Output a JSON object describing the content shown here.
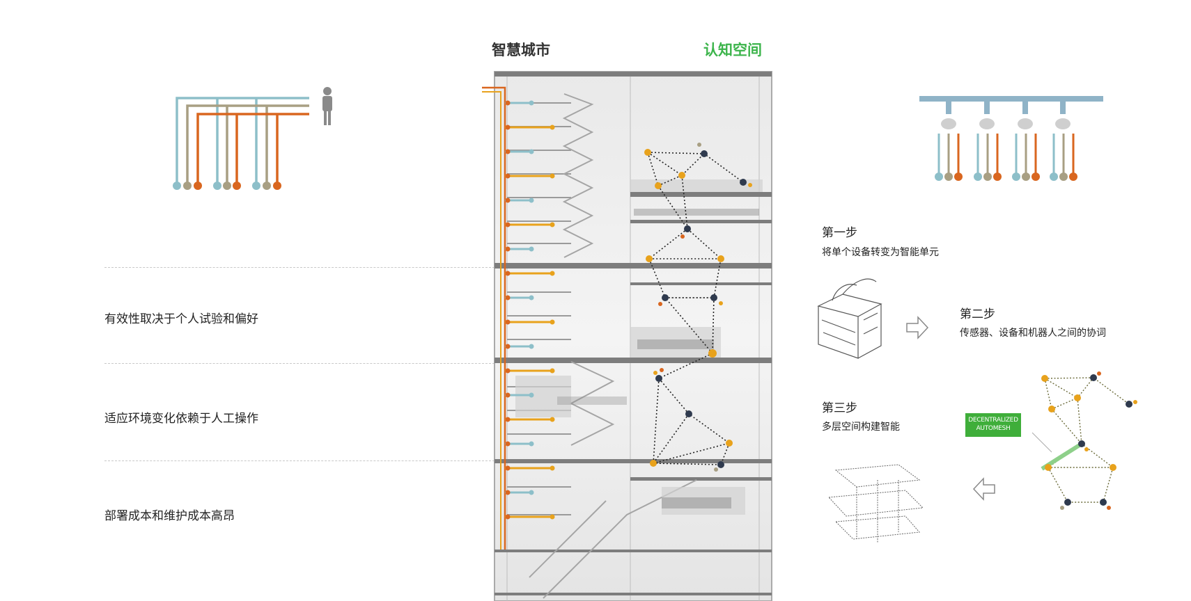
{
  "headers": {
    "smart_city": "智慧城市",
    "cognitive_space": "认知空间"
  },
  "issues": [
    "有效性取决于个人试验和偏好",
    "适应环境变化依赖于人工操作",
    "部署成本和维护成本高昂"
  ],
  "steps": [
    {
      "title": "第一步",
      "desc": "将单个设备转变为智能单元"
    },
    {
      "title": "第二步",
      "desc": "传感器、设备和机器人之间的协词"
    },
    {
      "title": "第三步",
      "desc": "多层空间构建智能"
    }
  ],
  "badge": {
    "line1": "DECENTRALIZED",
    "line2": "AUTOMESH"
  },
  "colors": {
    "blue": "#8dbfc9",
    "taupe": "#a89f83",
    "orange": "#d9661f",
    "gold": "#e8a21c",
    "dark": "#2f3a4e",
    "green": "#3cb44b",
    "steel": "#8fb3c7"
  }
}
